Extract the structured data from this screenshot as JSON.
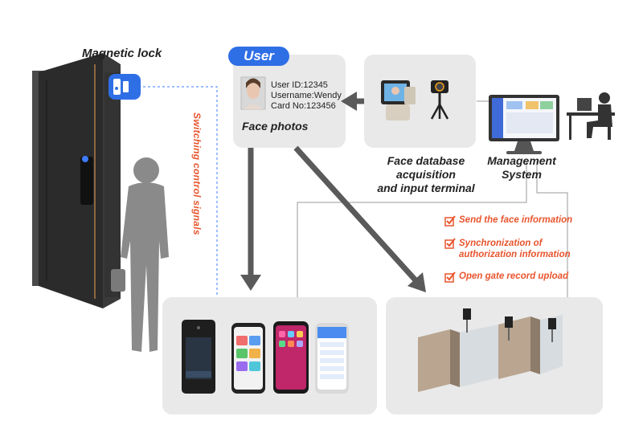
{
  "labels": {
    "magnetic_lock": "Magnetic lock",
    "user_tag": "User",
    "face_photos": "Face photos",
    "face_db_line1": "Face database",
    "face_db_line2": "acquisition",
    "face_db_line3": "and input terminal",
    "mgmt_line1": "Management",
    "mgmt_line2": "System",
    "switching": "Switching control signals"
  },
  "user_info": {
    "user_id": "User ID:12345",
    "username": "Username:Wendy",
    "card_no": "Card No:123456"
  },
  "functions": [
    "Send the face information",
    "Synchronization of",
    "authorization information",
    "Open gate record upload"
  ],
  "colors": {
    "accent_blue": "#2f6fe6",
    "accent_orange": "#e8552e",
    "panel": "#e9e9e9",
    "arrow": "#5a5a5a"
  },
  "icons": [
    "magnetic-lock-icon",
    "face-terminal-icon",
    "camera-icon",
    "monitor-icon",
    "admin-person-icon",
    "visitor-silhouette-icon",
    "door-image",
    "face-device-image",
    "phone-images",
    "turnstile-image",
    "check-icon"
  ]
}
